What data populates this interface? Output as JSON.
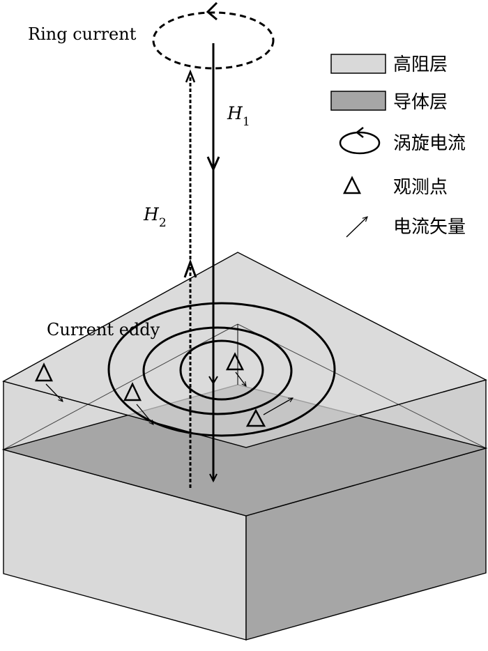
{
  "labels": {
    "ring_current": "Ring current",
    "current_eddy": "Current eddy",
    "h1": "H",
    "h1_sub": "1",
    "h2": "H",
    "h2_sub": "2"
  },
  "legend": {
    "items": [
      {
        "symbol": "light-box",
        "label": "高阻层",
        "color": "#d9d9d9"
      },
      {
        "symbol": "dark-box",
        "label": "导体层",
        "color": "#a6a6a6"
      },
      {
        "symbol": "eddy-loop-icon",
        "label": "涡旋电流"
      },
      {
        "symbol": "triangle-icon",
        "label": "观测点"
      },
      {
        "symbol": "arrow-icon",
        "label": "电流矢量"
      }
    ]
  },
  "colors": {
    "high_resistance_layer": "#d9d9d9",
    "conductor_layer": "#a6a6a6",
    "line": "#000000"
  }
}
